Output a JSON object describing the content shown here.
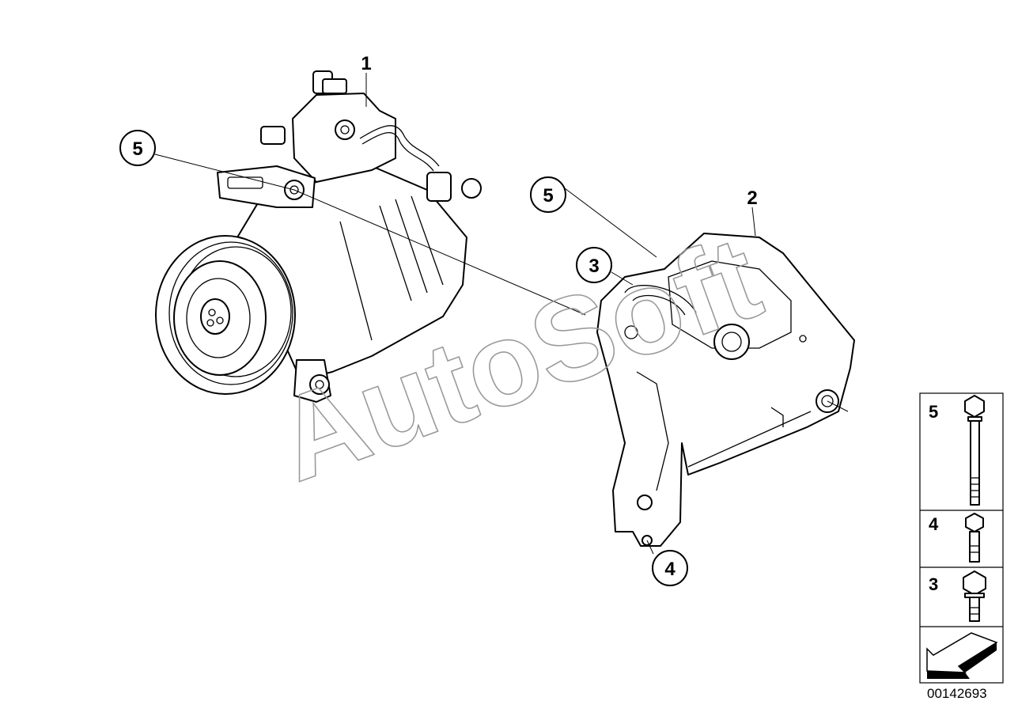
{
  "callouts": {
    "compressor": "1",
    "bracket": "2",
    "bolt_left": "5",
    "bolt_mid": "5",
    "bolt_small": "3",
    "bolt_lower": "4"
  },
  "legend": {
    "items": [
      {
        "number": "5"
      },
      {
        "number": "4"
      },
      {
        "number": "3"
      }
    ]
  },
  "watermark": "AutoSoft",
  "drawing_code": "00142693"
}
